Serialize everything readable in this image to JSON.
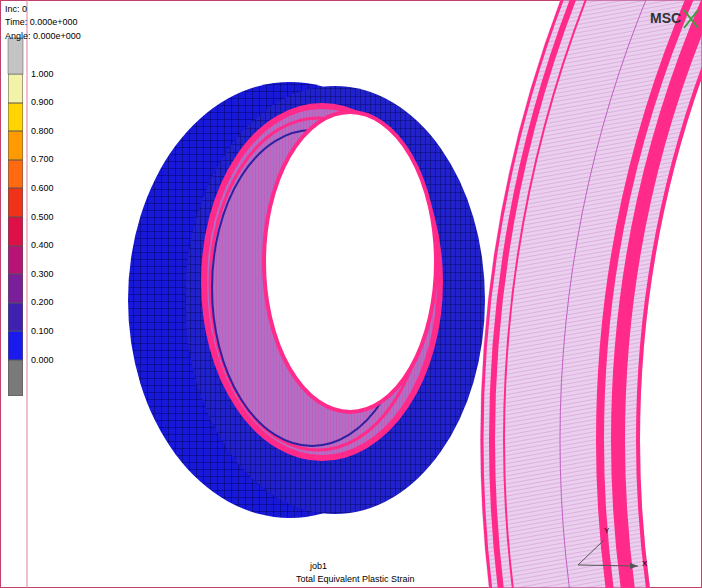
{
  "diagram": {
    "labels": [
      "Inc: 0",
      "Time: 0.000e+000",
      "Angle: 0.000e+000",
      "MSC",
      "Y",
      "X",
      "job1",
      "Total Equivalent Plastic Strain"
    ],
    "legend": [
      {
        "text": "1.000",
        "color": "#f2f2a8"
      },
      {
        "text": "0.900",
        "color": "#ffd400"
      },
      {
        "text": "0.800",
        "color": "#ff9a00"
      },
      {
        "text": "0.700",
        "color": "#ff6a10"
      },
      {
        "text": "0.600",
        "color": "#ee3318"
      },
      {
        "text": "0.500",
        "color": "#dd1148"
      },
      {
        "text": "0.400",
        "color": "#b81478"
      },
      {
        "text": "0.300",
        "color": "#7a1e9a"
      },
      {
        "text": "0.200",
        "color": "#4020b0"
      },
      {
        "text": "0.100",
        "color": "#1a1aee"
      },
      {
        "text": "0.000",
        "color": "#7a7a7a"
      }
    ]
  }
}
